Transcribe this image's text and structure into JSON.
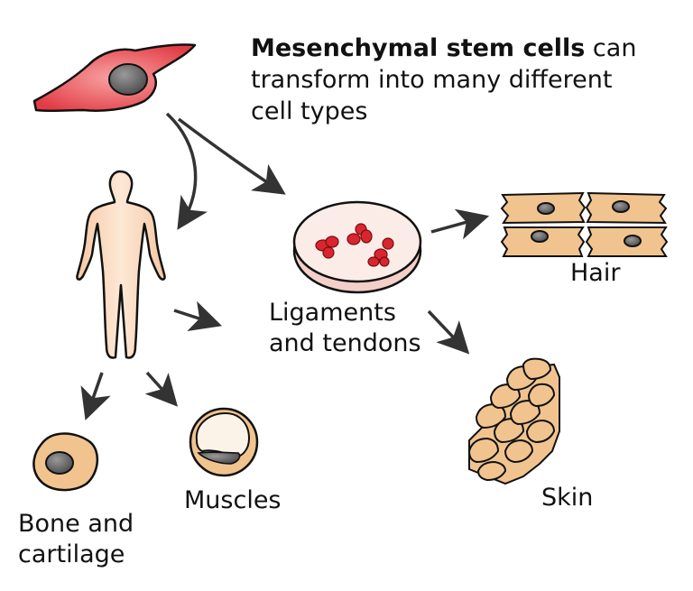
{
  "heading": {
    "bold": "Mesenchymal stem cells",
    "rest_line1": " can",
    "line2": "transform into many different",
    "line3": "cell types"
  },
  "labels": {
    "hair": "Hair",
    "ligaments_line1": "Ligaments",
    "ligaments_line2": "and tendons",
    "skin": "Skin",
    "muscles": "Muscles",
    "bone_line1": "Bone and",
    "bone_line2": "cartilage"
  },
  "colors": {
    "stem_cell": "#e8474d",
    "nucleus": "#6b6b6b",
    "skin_tone": "#f7d5b5",
    "cell_tone": "#f1c48f",
    "dish_fill": "#fae6e0",
    "blood_cell": "#d9262e",
    "arrow": "#333333"
  }
}
